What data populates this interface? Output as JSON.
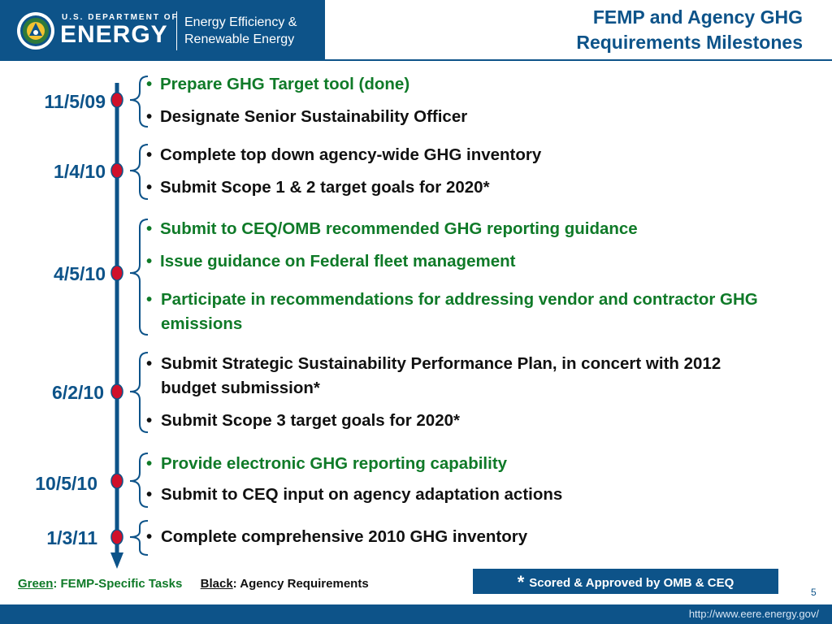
{
  "header": {
    "dept_small": "U.S. DEPARTMENT OF",
    "dept_big": "ENERGY",
    "office_line1": "Energy Efficiency &",
    "office_line2": "Renewable Energy",
    "title_line1": "FEMP and Agency GHG",
    "title_line2": "Requirements Milestones"
  },
  "milestones": [
    {
      "date": "11/5/09",
      "items": [
        {
          "text": "Prepare GHG Target tool (done)",
          "type": "green"
        },
        {
          "text": "Designate Senior Sustainability Officer",
          "type": "black"
        }
      ]
    },
    {
      "date": "1/4/10",
      "items": [
        {
          "text": "Complete top down agency-wide GHG inventory",
          "type": "black"
        },
        {
          "text": "Submit Scope 1 & 2 target goals for 2020*",
          "type": "black"
        }
      ]
    },
    {
      "date": "4/5/10",
      "items": [
        {
          "text": "Submit to CEQ/OMB recommended GHG reporting guidance",
          "type": "green"
        },
        {
          "text": "Issue guidance on Federal fleet management",
          "type": "green"
        },
        {
          "text": "Participate in recommendations for addressing vendor and contractor GHG emissions",
          "type": "green"
        }
      ]
    },
    {
      "date": "6/2/10",
      "items": [
        {
          "text": "Submit Strategic Sustainability Performance Plan, in concert with 2012 budget submission*",
          "type": "black"
        },
        {
          "text": "Submit Scope 3 target goals for 2020*",
          "type": "black"
        }
      ]
    },
    {
      "date": "10/5/10",
      "items": [
        {
          "text": "Provide electronic GHG reporting capability",
          "type": "green"
        },
        {
          "text": "Submit to CEQ input on agency adaptation actions",
          "type": "black"
        }
      ]
    },
    {
      "date": "1/3/11",
      "items": [
        {
          "text": "Complete comprehensive 2010 GHG inventory",
          "type": "black"
        }
      ]
    }
  ],
  "legend": {
    "green_word": "Green",
    "green_text": ": FEMP-Specific Tasks",
    "black_word": "Black",
    "black_text": ": Agency Requirements"
  },
  "scored": {
    "star": "*",
    "text": "Scored & Approved by OMB & CEQ"
  },
  "page_number": "5",
  "footer_url": "http://www.eere.energy.gov/",
  "colors": {
    "brand_blue": "#0d5389",
    "green": "#0f7a28",
    "marker_red": "#d0102a"
  }
}
